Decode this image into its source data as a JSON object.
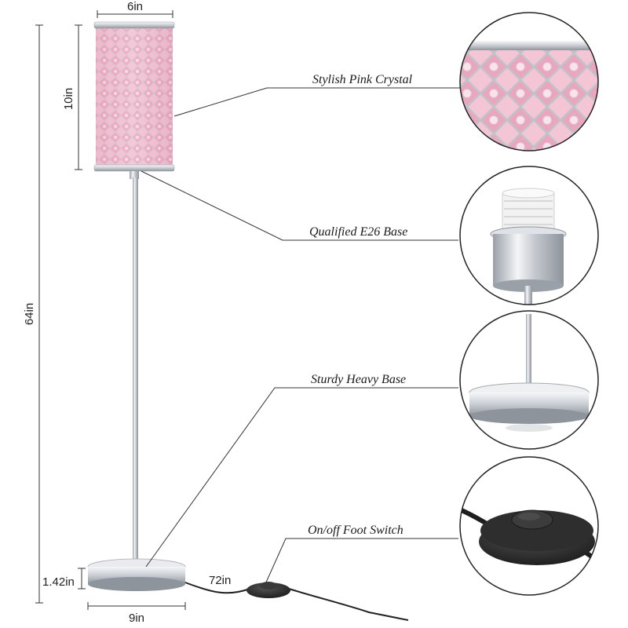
{
  "dimensions": {
    "shade_width": "6in",
    "shade_height": "10in",
    "total_height": "64in",
    "base_height": "1.42in",
    "base_width": "9in",
    "cord_length": "72in"
  },
  "features": [
    {
      "label": "Stylish Pink Crystal",
      "icon": "crystal-shade-closeup"
    },
    {
      "label": "Qualified E26 Base",
      "icon": "e26-socket-closeup"
    },
    {
      "label": "Sturdy Heavy Base",
      "icon": "heavy-base-closeup"
    },
    {
      "label": "On/off Foot Switch",
      "icon": "foot-switch-closeup"
    }
  ],
  "colors": {
    "crystal_pink": "#f2b8cc",
    "crystal_deep": "#e08aa8",
    "chrome": "#c9ccd1",
    "switch_black": "#2a2a2a"
  }
}
